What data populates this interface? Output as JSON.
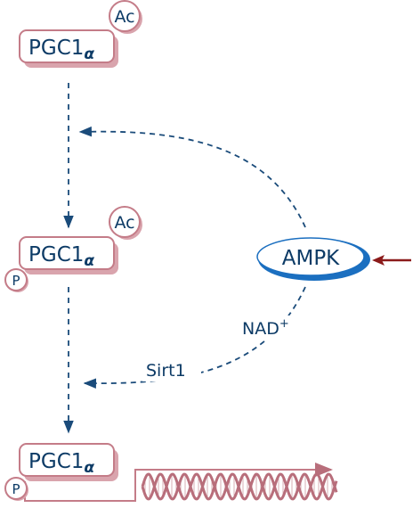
{
  "nodes": {
    "top": {
      "label": "PGC1",
      "greek": "α",
      "badge": "Ac"
    },
    "middle": {
      "label": "PGC1",
      "greek": "α",
      "badge": "Ac",
      "phospho": "P"
    },
    "bottom": {
      "label": "PGC1",
      "greek": "α",
      "phospho": "P"
    }
  },
  "ampk": {
    "label": "AMPK"
  },
  "cofactor": {
    "label": "NAD",
    "superscript": "+"
  },
  "enzyme": {
    "label": "Sirt1"
  },
  "colors": {
    "node_border": "#c47c88",
    "node_shadow": "#d9a4ad",
    "text": "#0d3b66",
    "dashed_arrow": "#1a4b7a",
    "ampk_fill": "#1b6fc0",
    "input_arrow": "#8b1a1a",
    "dna": "#b86e7b"
  },
  "icons": {
    "dna": "dna-double-helix-icon",
    "input_arrow": "stimulus-arrow-icon"
  }
}
